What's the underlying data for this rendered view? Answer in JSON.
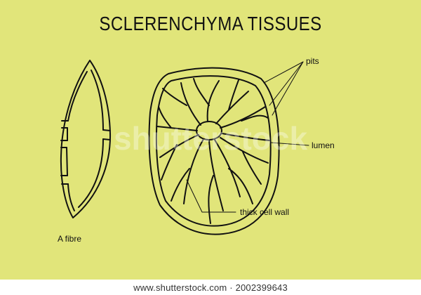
{
  "title": "SCLERENCHYMA TISSUES",
  "labels": {
    "pits": "pits",
    "lumen": "lumen",
    "wall": "thick cell wall",
    "fibre": "A fibre"
  },
  "watermark": {
    "overlay": "shutterstock",
    "footer": "www.shutterstock.com · 2002399643"
  },
  "colors": {
    "background": "#e1e57a",
    "line": "#111111",
    "footer_bg": "#ffffff"
  }
}
